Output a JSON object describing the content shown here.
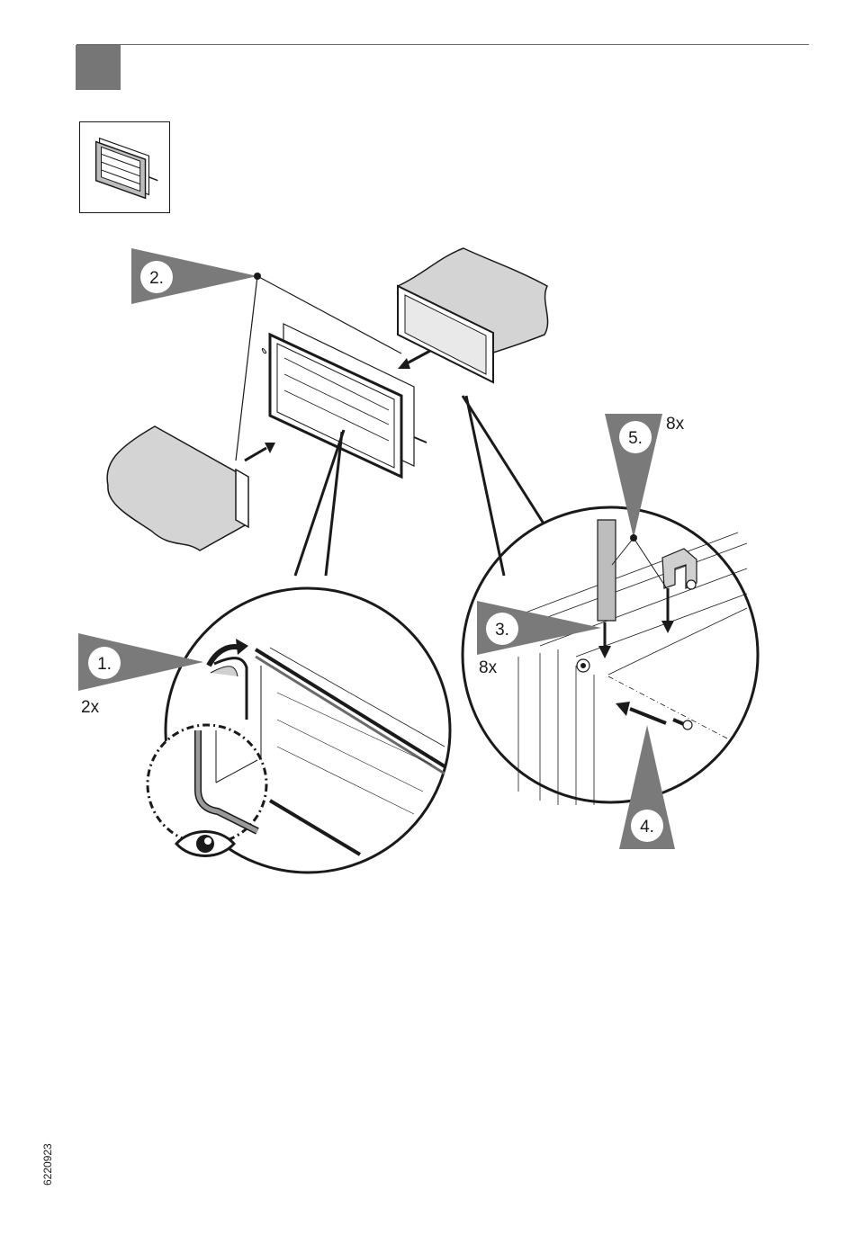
{
  "header": {
    "section_block_color": "#767676",
    "rule_color": "#6b6b6b"
  },
  "thumbnail": {
    "icon": "damper-unit-icon"
  },
  "steps": [
    {
      "label": "1.",
      "count": "2x"
    },
    {
      "label": "2.",
      "count": ""
    },
    {
      "label": "3.",
      "count": "8x"
    },
    {
      "label": "4.",
      "count": ""
    },
    {
      "label": "5.",
      "count": "8x"
    }
  ],
  "icons": [
    "eye-icon",
    "arrow-icon",
    "damper-icon",
    "duct-icon",
    "screw-icon",
    "clip-icon"
  ],
  "footer": {
    "doc_number": "6220923"
  },
  "colors": {
    "callout_gray": "#7a7a7a",
    "duct_gray": "#d4d4d4",
    "line": "#1a1a1a"
  }
}
